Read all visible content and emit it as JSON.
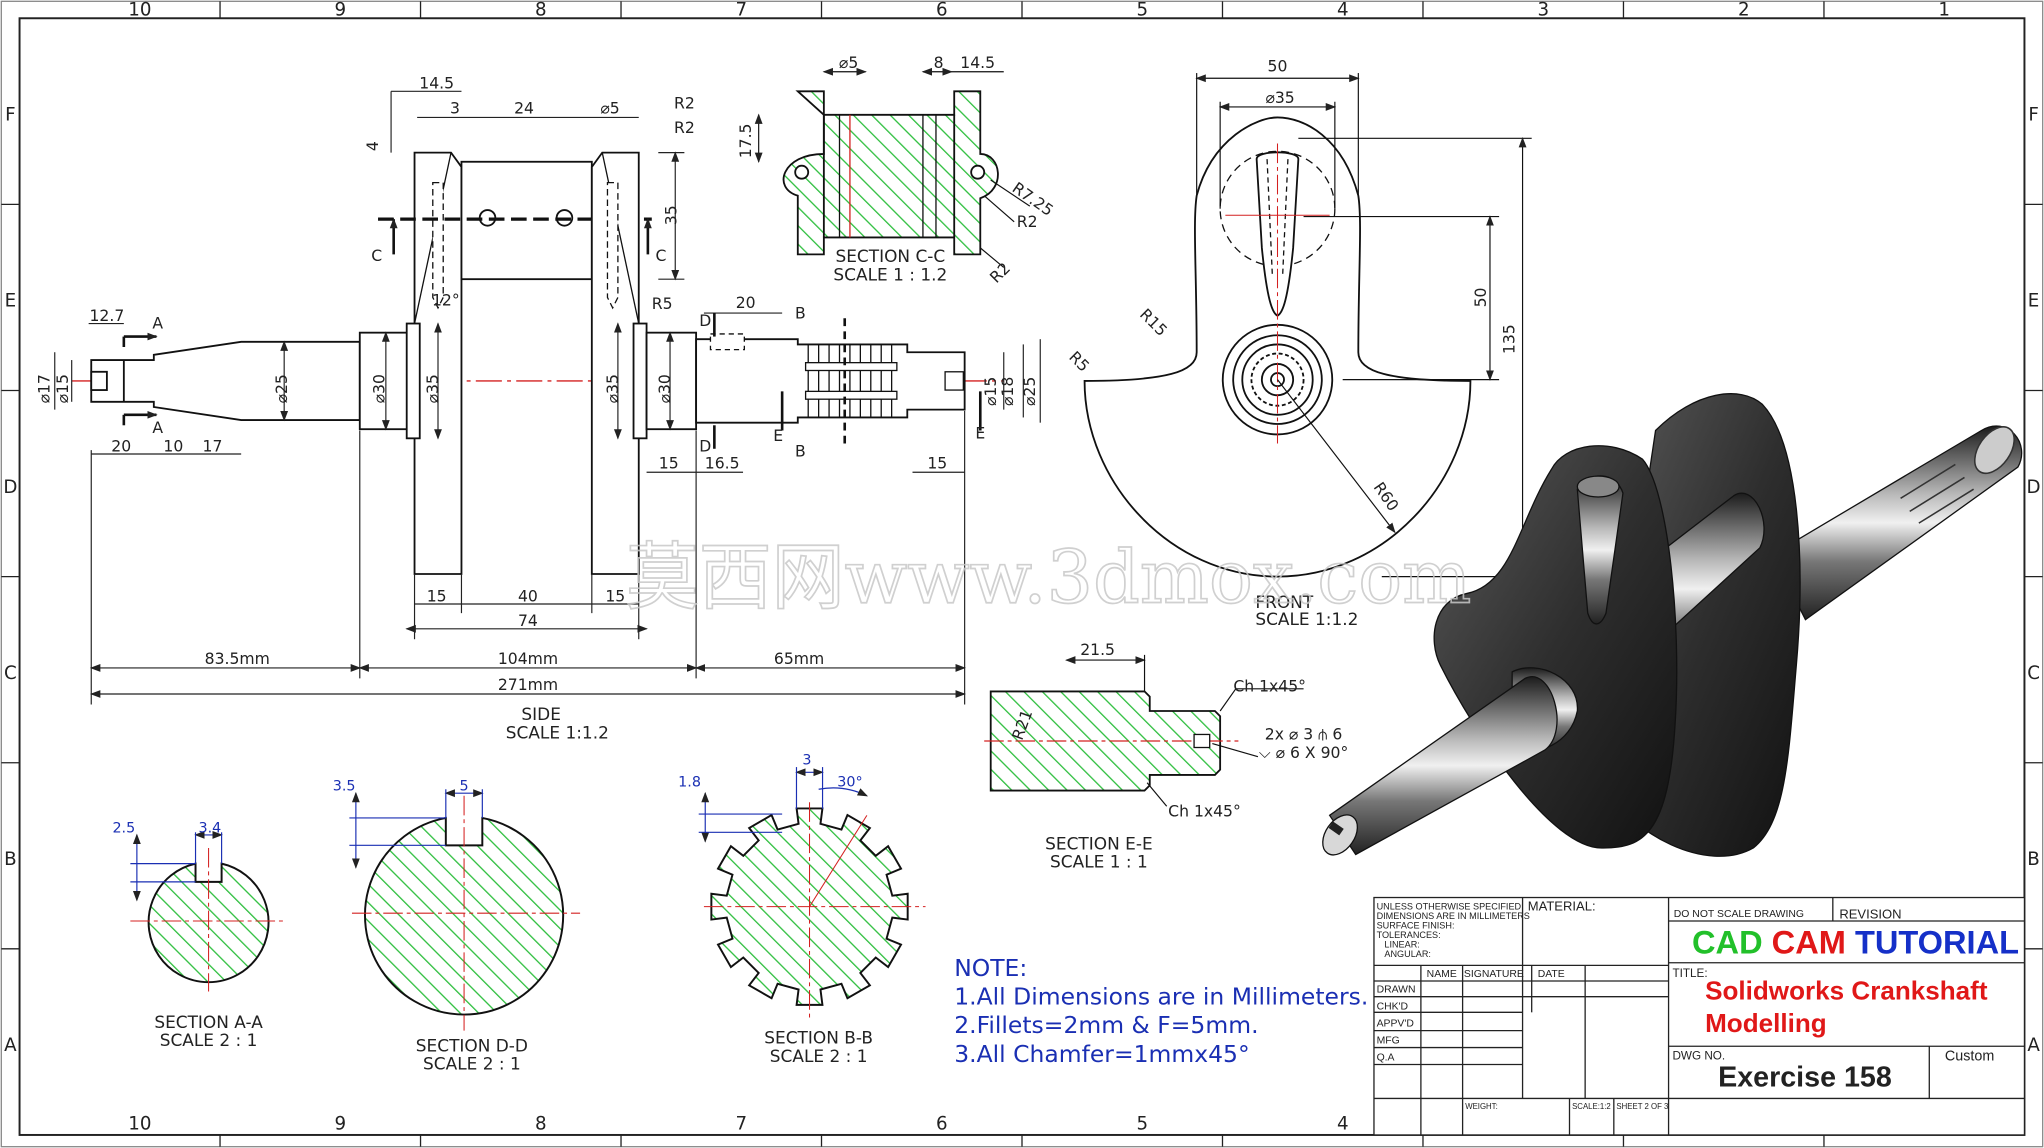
{
  "zones": {
    "columns": [
      "10",
      "9",
      "8",
      "7",
      "6",
      "5",
      "4",
      "3",
      "2",
      "1"
    ],
    "rows": [
      "F",
      "E",
      "D",
      "C",
      "B",
      "A"
    ]
  },
  "dims": {
    "side": [
      "14.5",
      "3",
      "24",
      "⌀5",
      "R2",
      "R2",
      "4",
      "35",
      "12°",
      "R5",
      "12.7",
      "A",
      "A",
      "⌀17",
      "⌀15",
      "⌀25",
      "⌀30",
      "⌀35",
      "⌀35",
      "⌀30",
      "20",
      "D",
      "D",
      "B",
      "B",
      "⌀15",
      "⌀18",
      "⌀25",
      "E",
      "E",
      "20",
      "10",
      "17",
      "15",
      "16.5",
      "15",
      "15",
      "40",
      "15",
      "74",
      "83.5mm",
      "104mm",
      "65mm",
      "271mm",
      "C",
      "C"
    ],
    "cc": [
      "⌀5",
      "8",
      "14.5",
      "17.5",
      "R7.25",
      "R2",
      "R2"
    ],
    "front": [
      "50",
      "⌀35",
      "50",
      "135",
      "R15",
      "R5",
      "R60"
    ],
    "ee": [
      "21.5",
      "R21",
      "Ch 1x45°",
      "2x ⌀ 3 ⫛ 6",
      "⌵ ⌀ 6 X 90°",
      "Ch 1x45°"
    ],
    "aa": [
      "2.5",
      "3.4"
    ],
    "dd": [
      "3.5",
      "5"
    ],
    "bb": [
      "1.8",
      "3",
      "30°"
    ]
  },
  "views": {
    "side": [
      "SIDE",
      "SCALE 1:1.2"
    ],
    "cc": [
      "SECTION C-C",
      "SCALE 1 : 1.2"
    ],
    "front": [
      "FRONT",
      "SCALE 1:1.2"
    ],
    "ee": [
      "SECTION E-E",
      "SCALE 1 : 1"
    ],
    "aa": [
      "SECTION A-A",
      "SCALE 2 : 1"
    ],
    "dd": [
      "SECTION D-D",
      "SCALE 2 : 1"
    ],
    "bb": [
      "SECTION B-B",
      "SCALE 2 : 1"
    ]
  },
  "notes": {
    "title": "NOTE:",
    "lines": [
      "1.All Dimensions are in Millimeters.",
      "2.Fillets=2mm & F=5mm.",
      "3.All Chamfer=1mmx45°"
    ]
  },
  "watermark": "莫西网www.3dmox.com",
  "title_block": {
    "spec": [
      "UNLESS OTHERWISE SPECIFIED:",
      "DIMENSIONS ARE IN MILLIMETERS",
      "SURFACE FINISH:",
      "TOLERANCES:",
      "LINEAR:",
      "ANGULAR:"
    ],
    "material": "MATERIAL:",
    "do_not_scale": "DO NOT SCALE DRAWING",
    "revision": "REVISION",
    "brand": [
      "CAD",
      "CAM",
      "TUTORIAL"
    ],
    "title_label": "TITLE:",
    "title_lines": [
      "Solidworks Crankshaft",
      "Modelling"
    ],
    "cols": [
      "NAME",
      "SIGNATURE",
      "DATE"
    ],
    "rows": [
      "DRAWN",
      "CHK'D",
      "APPV'D",
      "MFG",
      "Q.A"
    ],
    "dwg_no_label": "DWG NO.",
    "dwg_no": "Exercise 158",
    "custom": "Custom",
    "weight": "WEIGHT:",
    "scale": "SCALE:1:2",
    "sheet": "SHEET 2 OF 3"
  },
  "colors": {
    "hatch": "#2fbf3f",
    "center": "#d42020",
    "note": "#1a2fb3",
    "brand_cad": "#22c02a",
    "brand_cam": "#e01818",
    "brand_tutorial": "#1530c8",
    "title": "#e01818"
  }
}
